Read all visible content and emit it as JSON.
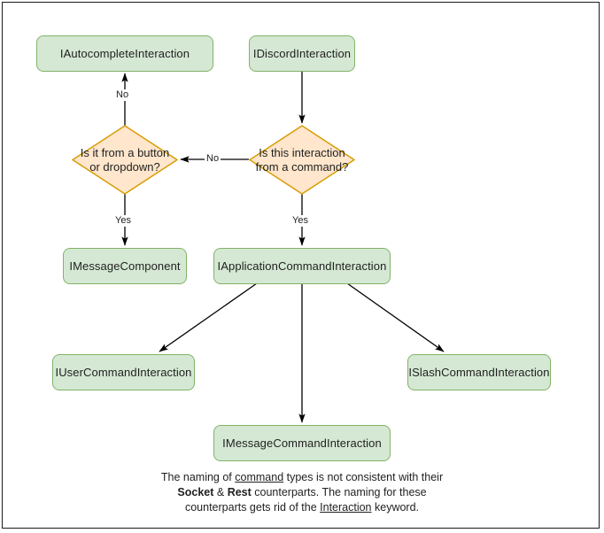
{
  "diagram": {
    "type": "flowchart",
    "colors": {
      "box_fill": "#d5e8d4",
      "box_stroke": "#82b366",
      "diamond_fill": "#ffe6cc",
      "diamond_stroke": "#d79b00",
      "edge_stroke": "#000000",
      "text": "#1f1f1f",
      "page_border": "#1b1b1b",
      "background": "#ffffff"
    },
    "nodes": {
      "autocomplete": {
        "label": "IAutocompleteInteraction",
        "shape": "box"
      },
      "discord": {
        "label": "IDiscordInteraction",
        "shape": "box"
      },
      "decision_button": {
        "label": "Is it from a button or dropdown?",
        "shape": "diamond"
      },
      "decision_command": {
        "label": "Is this interaction from a command?",
        "shape": "diamond"
      },
      "message_component": {
        "label": "IMessageComponent",
        "shape": "box"
      },
      "application_command": {
        "label": "IApplicationCommandInteraction",
        "shape": "box"
      },
      "user_command": {
        "label": "IUserCommandInteraction",
        "shape": "box"
      },
      "slash_command": {
        "label": "ISlashCommandInteraction",
        "shape": "box"
      },
      "message_command": {
        "label": "IMessageCommandInteraction",
        "shape": "box"
      }
    },
    "edge_labels": {
      "no_up": "No",
      "no_left": "No",
      "yes_left": "Yes",
      "yes_right": "Yes"
    },
    "caption": {
      "line1_a": "The naming of ",
      "line1_underline": "command",
      "line1_b": " types is not consistent with their",
      "line2_bold1": "Socket",
      "line2_amp": " & ",
      "line2_bold2": "Rest",
      "line2_rest": " counterparts. The naming for these",
      "line3_a": "counterparts gets rid of the ",
      "line3_underline": "Interaction",
      "line3_b": " keyword."
    }
  }
}
